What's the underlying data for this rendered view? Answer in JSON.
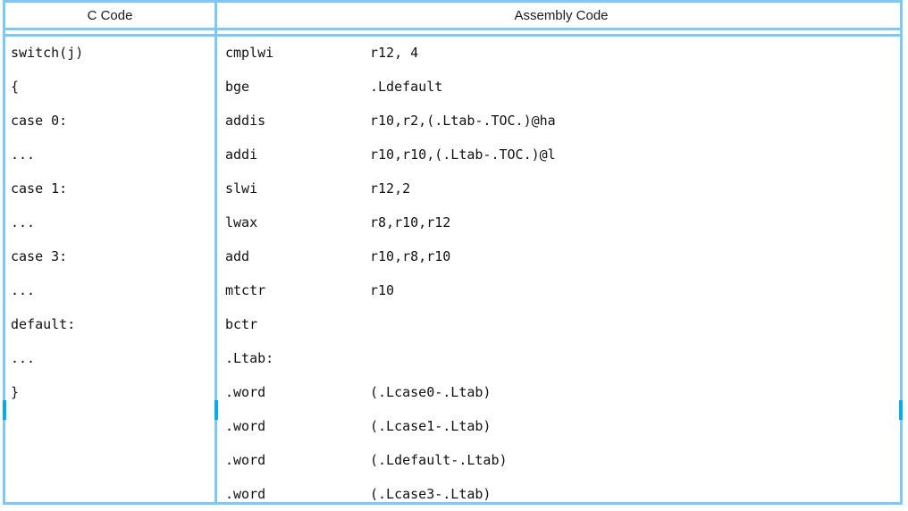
{
  "table": {
    "headers": {
      "c_code": "C Code",
      "assembly_code": "Assembly Code"
    },
    "c_code_lines": [
      "switch(j)",
      "{",
      "case 0:",
      "...",
      "case 1:",
      "...",
      "case 3:",
      "...",
      "default:",
      "...",
      "}"
    ],
    "assembly_lines": [
      {
        "mnemonic": "cmplwi",
        "operand": "r12, 4"
      },
      {
        "mnemonic": "bge",
        "operand": ".Ldefault"
      },
      {
        "mnemonic": "addis",
        "operand": "r10,r2,(.Ltab-.TOC.)@ha"
      },
      {
        "mnemonic": "addi",
        "operand": "r10,r10,(.Ltab-.TOC.)@l"
      },
      {
        "mnemonic": "slwi",
        "operand": "r12,2"
      },
      {
        "mnemonic": "lwax",
        "operand": "r8,r10,r12"
      },
      {
        "mnemonic": "add",
        "operand": "r10,r8,r10"
      },
      {
        "mnemonic": "mtctr",
        "operand": "r10"
      },
      {
        "mnemonic": "bctr",
        "operand": ""
      },
      {
        "mnemonic": ".Ltab:",
        "operand": ""
      },
      {
        "mnemonic": ".word",
        "operand": "(.Lcase0-.Ltab)"
      },
      {
        "mnemonic": ".word",
        "operand": "(.Lcase1-.Ltab)"
      },
      {
        "mnemonic": ".word",
        "operand": "(.Ldefault-.Ltab)"
      },
      {
        "mnemonic": ".word",
        "operand": "(.Lcase3-.Ltab)"
      }
    ]
  },
  "colors": {
    "border": "#7ec8f5",
    "border_accent": "#00aeef",
    "text": "#111111",
    "background": "#ffffff"
  }
}
